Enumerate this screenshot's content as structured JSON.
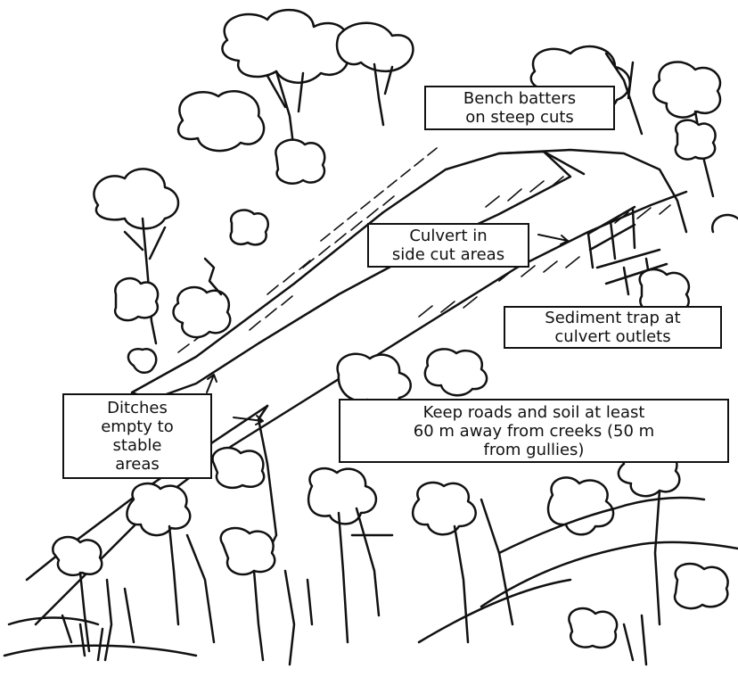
{
  "callouts": {
    "bench": {
      "lines": [
        "Bench batters",
        "on steep cuts"
      ]
    },
    "culvert": {
      "lines": [
        "Culvert in",
        "side cut areas"
      ]
    },
    "sediment": {
      "lines": [
        "Sediment trap at",
        "culvert outlets"
      ]
    },
    "ditches": {
      "lines": [
        "Ditches",
        "empty to",
        "stable",
        "areas"
      ]
    },
    "keep": {
      "lines": [
        "Keep roads and soil at least",
        "60 m away from creeks (50 m",
        "from gullies)"
      ]
    }
  },
  "colors": {
    "ink": "#111111",
    "paper": "#ffffff"
  }
}
